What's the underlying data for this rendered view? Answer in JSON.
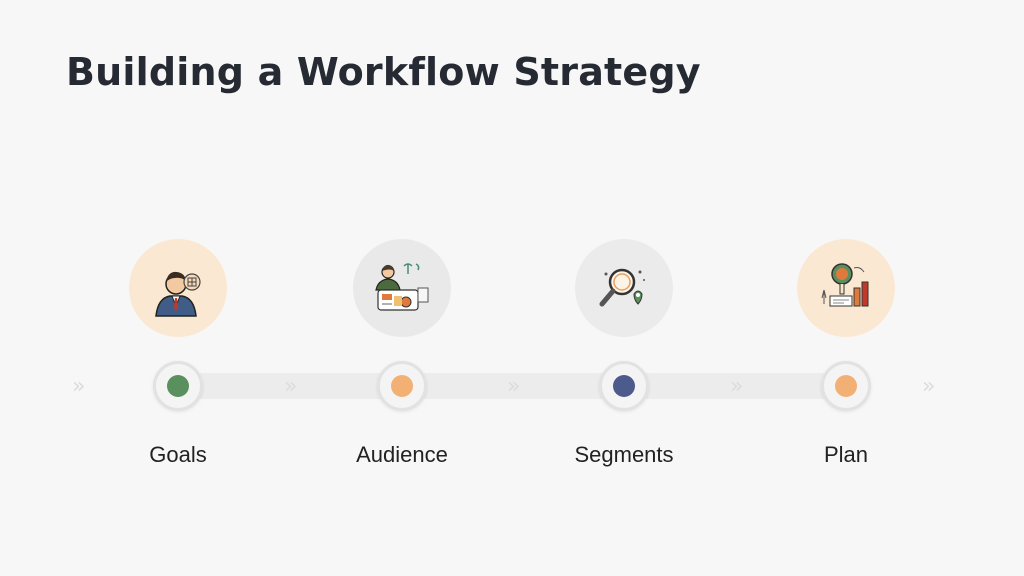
{
  "title": "Building a Workflow Strategy",
  "colors": {
    "background": "#f7f7f7",
    "track": "#ececec",
    "peach": "#fbe8d2",
    "grey": "#e9e9e9",
    "green": "#5a8f5e",
    "orange": "#f3b074",
    "navy": "#4d5b8c"
  },
  "steps": [
    {
      "label": "Goals",
      "icon": "businessman-icon",
      "circle_color": "#fbe8d2",
      "dot_color": "#5a8f5e"
    },
    {
      "label": "Audience",
      "icon": "audience-icon",
      "circle_color": "#e9e9e9",
      "dot_color": "#f3b074"
    },
    {
      "label": "Segments",
      "icon": "magnifier-icon",
      "circle_color": "#ebebeb",
      "dot_color": "#4d5b8c"
    },
    {
      "label": "Plan",
      "icon": "plan-icon",
      "circle_color": "#fbe8d2",
      "dot_color": "#f3b074"
    }
  ]
}
